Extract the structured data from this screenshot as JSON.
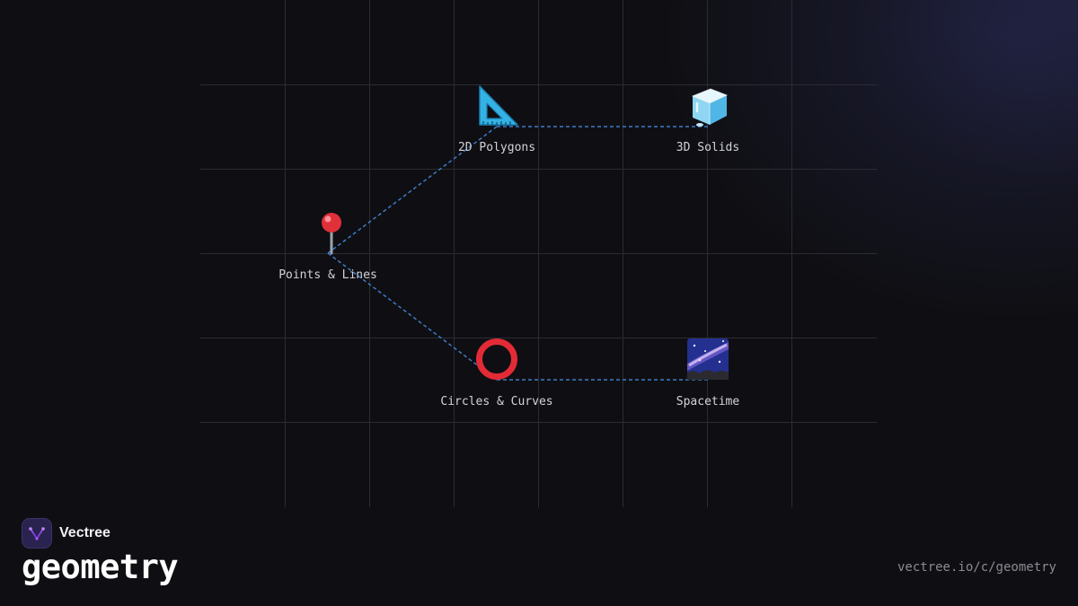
{
  "brand": {
    "name": "Vectree",
    "logo_icon": "vectree-logo-icon",
    "accent": "#a855f7"
  },
  "page": {
    "title": "geometry",
    "url": "vectree.io/c/geometry"
  },
  "colors": {
    "background": "#0f0f13",
    "grid": "#2b2b33",
    "edge": "#3d7bc6",
    "label": "#d2d2da"
  },
  "diagram": {
    "nodes": {
      "points": {
        "label": "Points & Lines",
        "icon": "round-pushpin-icon"
      },
      "polygons": {
        "label": "2D Polygons",
        "icon": "triangular-ruler-icon"
      },
      "solids": {
        "label": "3D Solids",
        "icon": "ice-cube-icon"
      },
      "circles": {
        "label": "Circles & Curves",
        "icon": "red-circle-icon"
      },
      "spacetime": {
        "label": "Spacetime",
        "icon": "milky-way-icon"
      }
    },
    "edges": [
      {
        "from": "points",
        "to": "polygons"
      },
      {
        "from": "polygons",
        "to": "solids"
      },
      {
        "from": "points",
        "to": "circles"
      },
      {
        "from": "circles",
        "to": "spacetime"
      }
    ]
  }
}
